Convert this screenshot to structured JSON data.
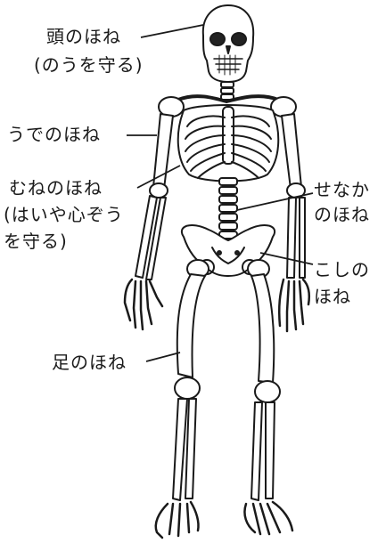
{
  "labels": {
    "head": [
      "頭のほね",
      "(のうを守る)"
    ],
    "arm": [
      "うでのほね"
    ],
    "chest": [
      "むねのほね",
      "(はいや心ぞう",
      "を守る)"
    ],
    "spine": [
      "せなか",
      "のほね"
    ],
    "hip": [
      "こしの",
      "ほね"
    ],
    "leg": [
      "足のほね"
    ]
  },
  "colors": {
    "line": "#1a1a1a",
    "bone_fill": "#ffffff",
    "shade": "#3a3a3a"
  }
}
